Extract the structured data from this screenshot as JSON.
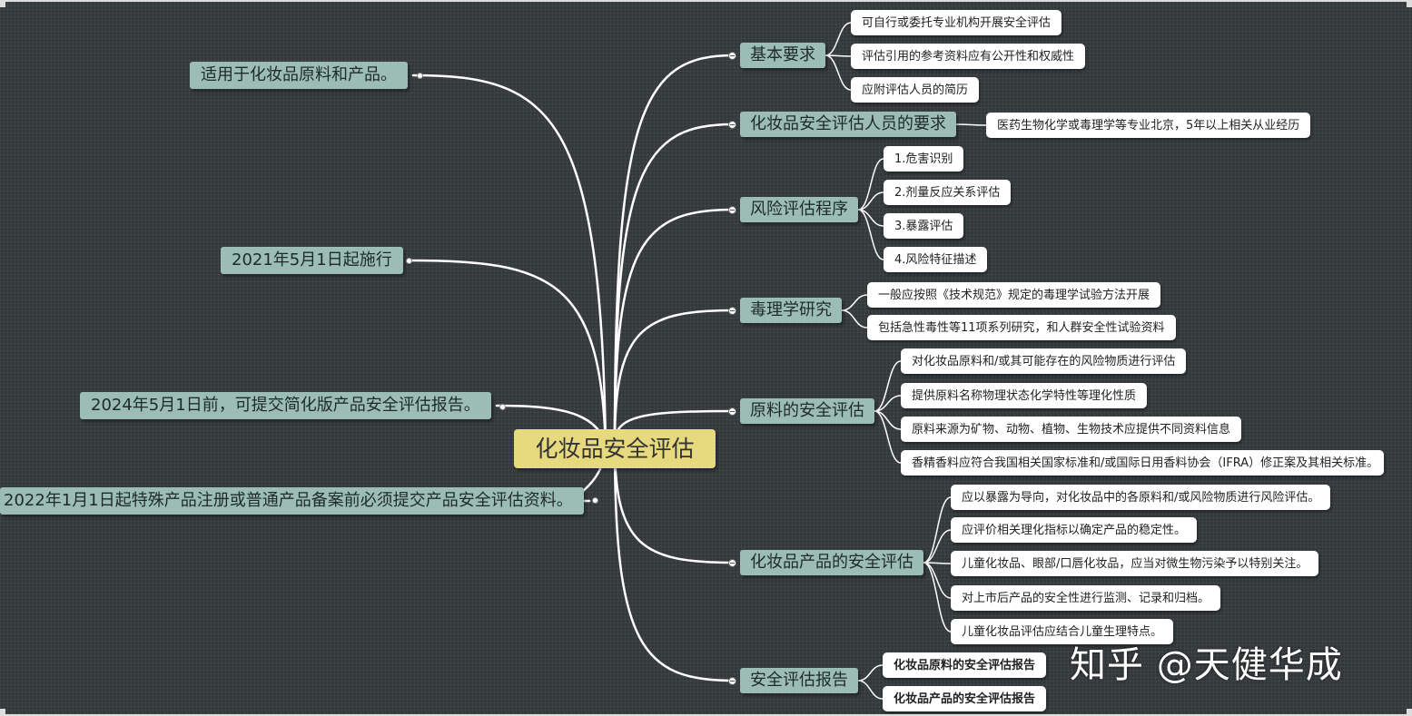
{
  "diagram": {
    "center": "化妆品安全评估",
    "left_nodes": [
      "适用于化妆品原料和产品。",
      "2021年5月1日起施行",
      "2024年5月1日前，可提交简化版产品安全评估报告。",
      "2022年1月1日起特殊产品注册或普通产品备案前必须提交产品安全评估资料。"
    ],
    "branches": [
      {
        "label": "基本要求",
        "children": [
          "可自行或委托专业机构开展安全评估",
          "评估引用的参考资料应有公开性和权威性",
          "应附评估人员的简历"
        ]
      },
      {
        "label": "化妆品安全评估人员的要求",
        "children": [
          "医药生物化学或毒理学等专业北京，5年以上相关从业经历"
        ]
      },
      {
        "label": "风险评估程序",
        "children": [
          "1.危害识别",
          "2.剂量反应关系评估",
          "3.暴露评估",
          "4.风险特征描述"
        ]
      },
      {
        "label": "毒理学研究",
        "children": [
          "一般应按照《技术规范》规定的毒理学试验方法开展",
          "包括急性毒性等11项系列研究，和人群安全性试验资料"
        ]
      },
      {
        "label": "原料的安全评估",
        "children": [
          "对化妆品原料和/或其可能存在的风险物质进行评估",
          "提供原料名称物理状态化学特性等理化性质",
          "原料来源为矿物、动物、植物、生物技术应提供不同资料信息",
          "香精香料应符合我国相关国家标准和/或国际日用香料协会（IFRA）修正案及其相关标准。"
        ]
      },
      {
        "label": "化妆品产品的安全评估",
        "children": [
          "应以暴露为导向，对化妆品中的各原料和/或风险物质进行风险评估。",
          "应评价相关理化指标以确定产品的稳定性。",
          "儿童化妆品、眼部/口唇化妆品，应当对微生物污染予以特别关注。",
          "对上市后产品的安全性进行监测、记录和归档。",
          "儿童化妆品评估应结合儿童生理特点。"
        ]
      },
      {
        "label": "安全评估报告",
        "children": [
          "化妆品原料的安全评估报告",
          "化妆品产品的安全评估报告"
        ]
      }
    ],
    "watermark": "知乎 @天健华成"
  },
  "colors": {
    "background": "#33383a",
    "center_fill": "#e7d97e",
    "topic_fill": "#9bbdb3",
    "leaf_fill": "#ffffff",
    "line": "#ffffff"
  }
}
